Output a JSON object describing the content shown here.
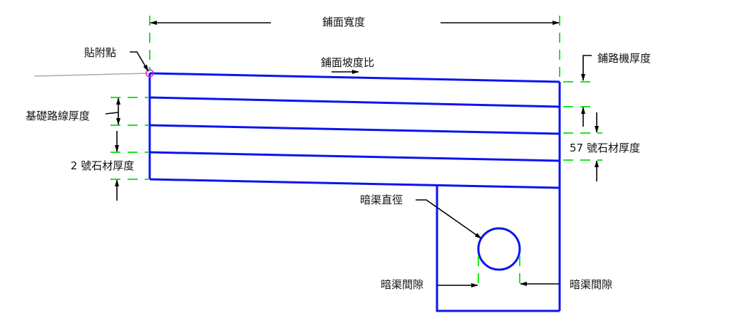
{
  "labels": {
    "pavement_width": "鋪面寬度",
    "anchor_point": "貼附點",
    "pavement_slope": "鋪面坡度比",
    "paver_thickness": "鋪路機厚度",
    "base_course_thickness": "基礎路線厚度",
    "stone_no2_thickness": "2 號石材厚度",
    "stone_no57_thickness": "57 號石材厚度",
    "underdrain_diameter": "暗渠直徑",
    "underdrain_clearance_left": "暗渠間隙",
    "underdrain_clearance_right": "暗渠間隙"
  },
  "colors": {
    "structure": "#0a14f0",
    "dimension": "#1ee61e",
    "anchor": "#e020e0"
  }
}
